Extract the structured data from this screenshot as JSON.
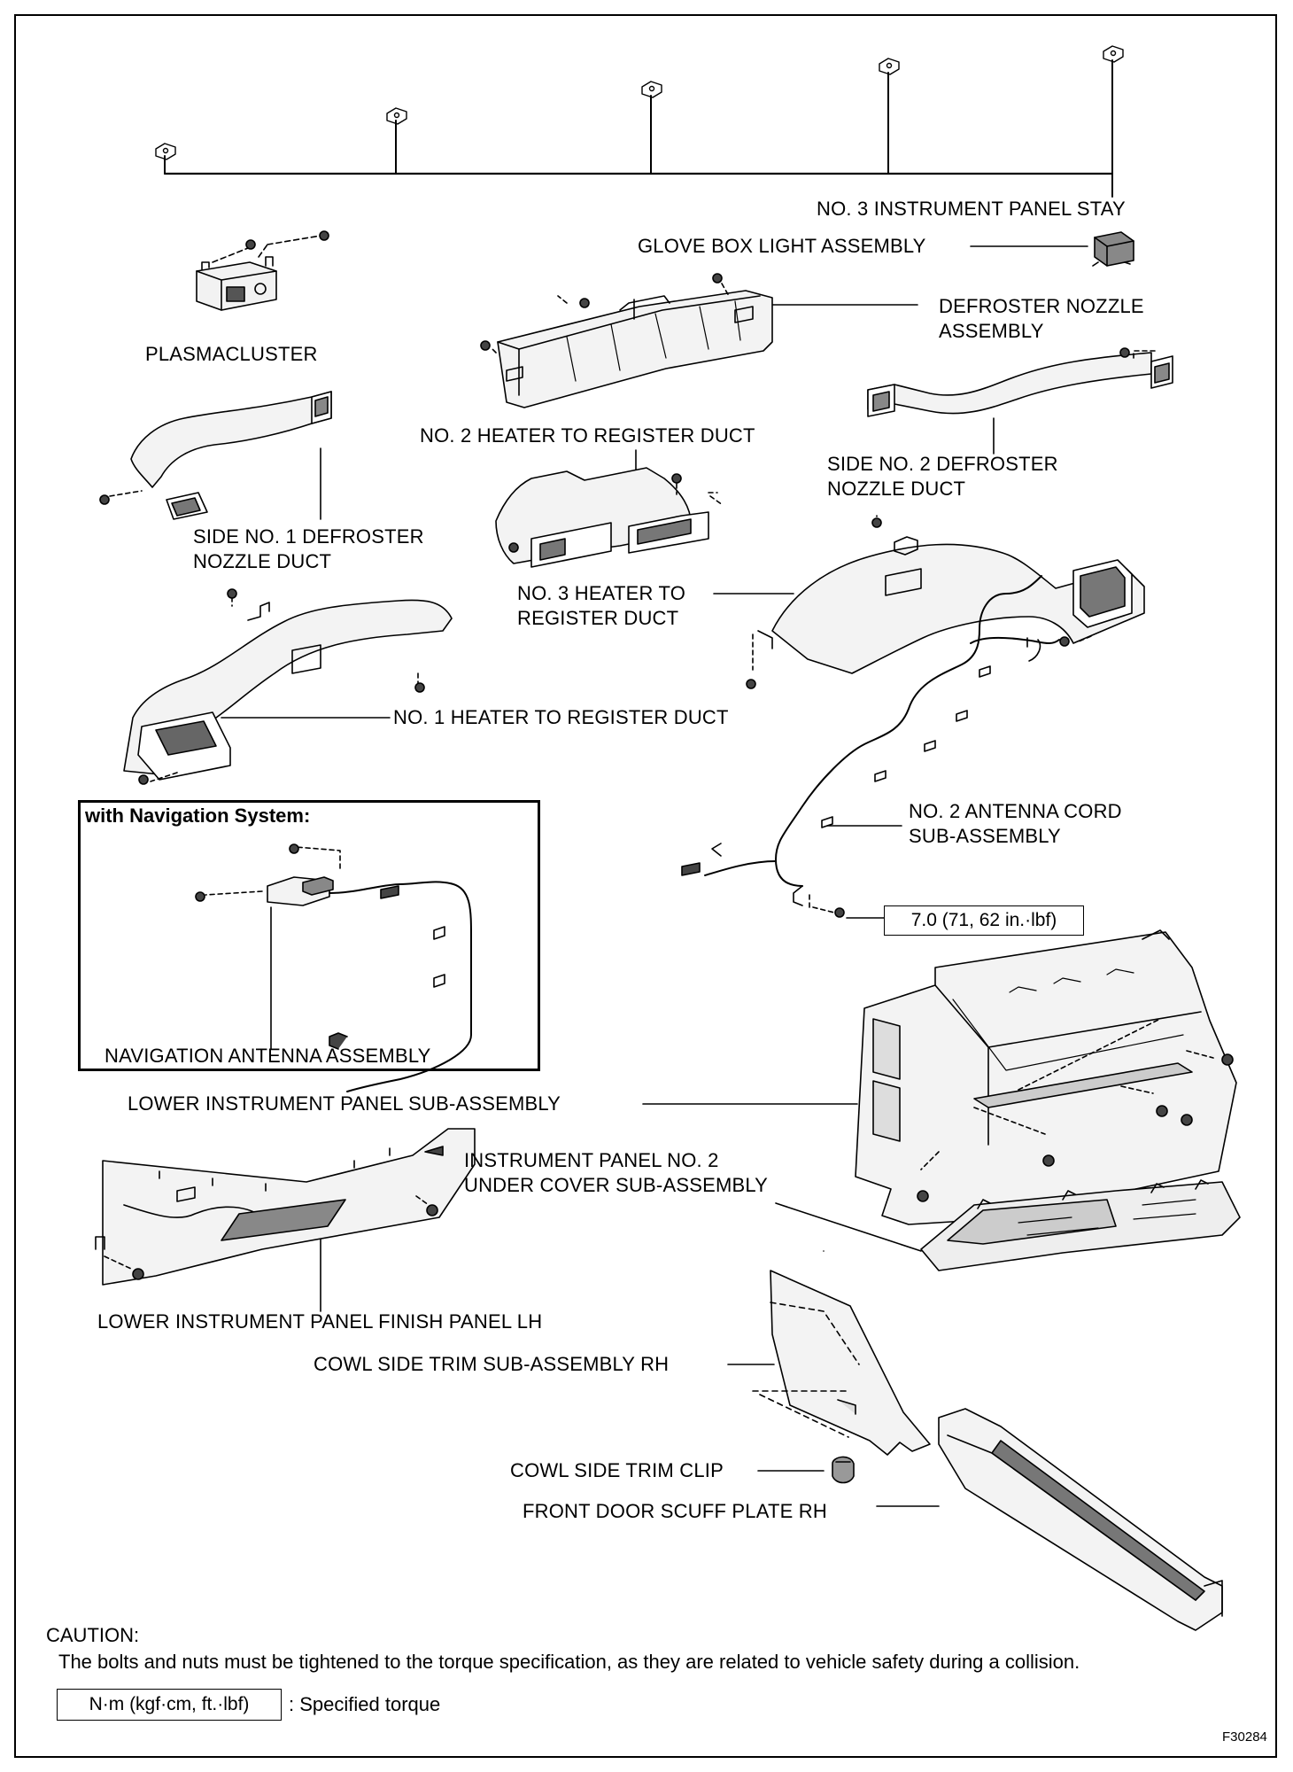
{
  "labels": {
    "stay": "NO. 3 INSTRUMENT PANEL STAY",
    "glove_light": "GLOVE BOX LIGHT ASSEMBLY",
    "defroster_nozzle_1": "DEFROSTER NOZZLE",
    "defroster_nozzle_2": "ASSEMBLY",
    "plasmacluster": "PLASMACLUSTER",
    "no2_heater_duct": "NO. 2 HEATER TO REGISTER DUCT",
    "side2_defroster_1": "SIDE NO. 2 DEFROSTER",
    "side2_defroster_2": "NOZZLE DUCT",
    "side1_defroster_1": "SIDE NO. 1 DEFROSTER",
    "side1_defroster_2": "NOZZLE DUCT",
    "no3_heater_duct_1": "NO. 3 HEATER TO",
    "no3_heater_duct_2": "REGISTER DUCT",
    "no1_heater_duct": "NO. 1 HEATER TO REGISTER DUCT",
    "antenna_cord_1": "NO. 2 ANTENNA CORD",
    "antenna_cord_2": "SUB-ASSEMBLY",
    "nav_antenna": "NAVIGATION ANTENNA ASSEMBLY",
    "lower_panel": "LOWER INSTRUMENT PANEL SUB-ASSEMBLY",
    "under_cover_1": "INSTRUMENT PANEL NO. 2",
    "under_cover_2": "UNDER COVER SUB-ASSEMBLY",
    "finish_panel": "LOWER INSTRUMENT PANEL FINISH PANEL LH",
    "cowl_trim": "COWL SIDE TRIM SUB-ASSEMBLY RH",
    "cowl_clip": "COWL SIDE TRIM CLIP",
    "scuff_plate": "FRONT DOOR SCUFF PLATE RH"
  },
  "nav_box_title": "with Navigation System:",
  "torque_value": "7.0 (71, 62 in.·lbf)",
  "caution": {
    "title": "CAUTION:",
    "text": "The bolts and nuts must be tightened to the torque specification, as they are related to vehicle safety during a collision."
  },
  "legend": {
    "box": "N·m (kgf·cm, ft.·lbf)",
    "text": ": Specified torque"
  },
  "figure_code": "F30284"
}
